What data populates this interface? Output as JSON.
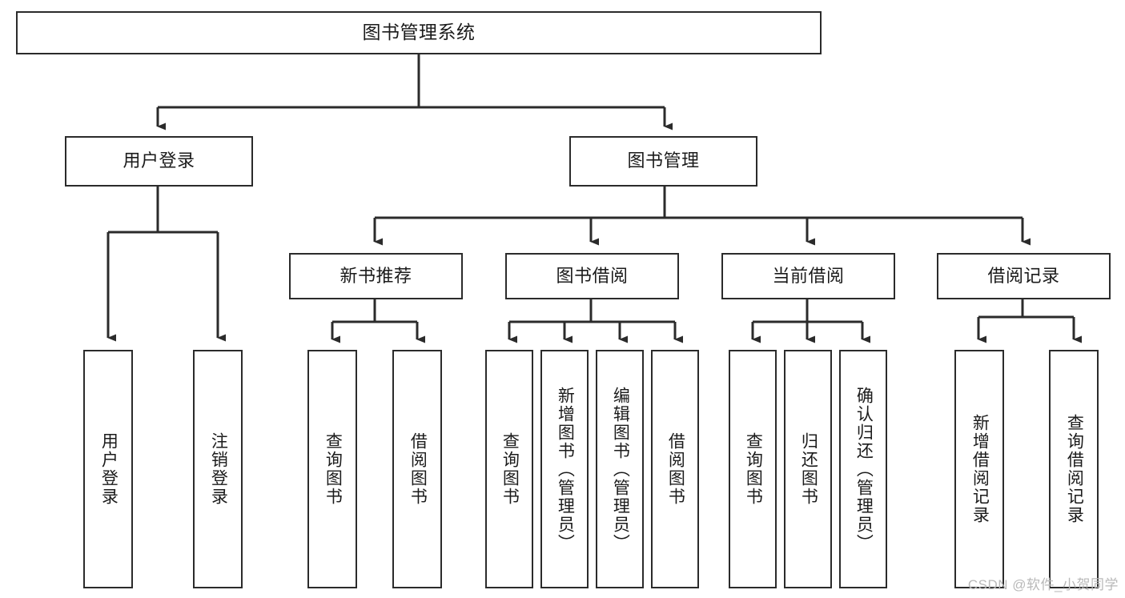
{
  "diagram": {
    "title": "图书管理系统",
    "type": "tree-hierarchy",
    "colors": {
      "box_border": "#2b2b2b",
      "box_fill": "#ffffff",
      "connector": "#2b2b2b",
      "watermark": "#b9b9b9",
      "background": "#ffffff"
    },
    "levels": {
      "level1_label": "图书管理系统",
      "level2": [
        "用户登录",
        "图书管理"
      ],
      "level3": [
        "新书推荐",
        "图书借阅",
        "当前借阅",
        "借阅记录"
      ]
    },
    "nodes": {
      "root": {
        "label": "图书管理系统"
      },
      "user_login": {
        "label": "用户登录"
      },
      "book_manage": {
        "label": "图书管理"
      },
      "new_book_rec": {
        "label": "新书推荐"
      },
      "book_borrow": {
        "label": "图书借阅"
      },
      "current_borrow": {
        "label": "当前借阅"
      },
      "borrow_record": {
        "label": "借阅记录"
      },
      "leaf_user_login": {
        "label": "用户登录"
      },
      "leaf_user_logout": {
        "label": "注销登录"
      },
      "leaf_query_book_1": {
        "label": "查询图书"
      },
      "leaf_borrow_book_1": {
        "label": "借阅图书"
      },
      "leaf_query_book_2": {
        "label": "查询图书"
      },
      "leaf_add_book": {
        "label": "新增图书（管理员）"
      },
      "leaf_edit_book": {
        "label": "编辑图书（管理员）"
      },
      "leaf_borrow_book_2": {
        "label": "借阅图书"
      },
      "leaf_query_book_3": {
        "label": "查询图书"
      },
      "leaf_return_book": {
        "label": "归还图书"
      },
      "leaf_confirm_return": {
        "label": "确认归还（管理员）"
      },
      "leaf_add_record": {
        "label": "新增借阅记录"
      },
      "leaf_query_record": {
        "label": "查询借阅记录"
      }
    },
    "edges": [
      {
        "from": "root",
        "to": "user_login"
      },
      {
        "from": "root",
        "to": "book_manage"
      },
      {
        "from": "user_login",
        "to": "leaf_user_login"
      },
      {
        "from": "user_login",
        "to": "leaf_user_logout"
      },
      {
        "from": "book_manage",
        "to": "new_book_rec"
      },
      {
        "from": "book_manage",
        "to": "book_borrow"
      },
      {
        "from": "book_manage",
        "to": "current_borrow"
      },
      {
        "from": "book_manage",
        "to": "borrow_record"
      },
      {
        "from": "new_book_rec",
        "to": "leaf_query_book_1"
      },
      {
        "from": "new_book_rec",
        "to": "leaf_borrow_book_1"
      },
      {
        "from": "book_borrow",
        "to": "leaf_query_book_2"
      },
      {
        "from": "book_borrow",
        "to": "leaf_add_book"
      },
      {
        "from": "book_borrow",
        "to": "leaf_edit_book"
      },
      {
        "from": "book_borrow",
        "to": "leaf_borrow_book_2"
      },
      {
        "from": "current_borrow",
        "to": "leaf_query_book_3"
      },
      {
        "from": "current_borrow",
        "to": "leaf_return_book"
      },
      {
        "from": "current_borrow",
        "to": "leaf_confirm_return"
      },
      {
        "from": "borrow_record",
        "to": "leaf_add_record"
      },
      {
        "from": "borrow_record",
        "to": "leaf_query_record"
      }
    ]
  },
  "watermark": {
    "text": "CSDN @软件_小贺同学"
  }
}
